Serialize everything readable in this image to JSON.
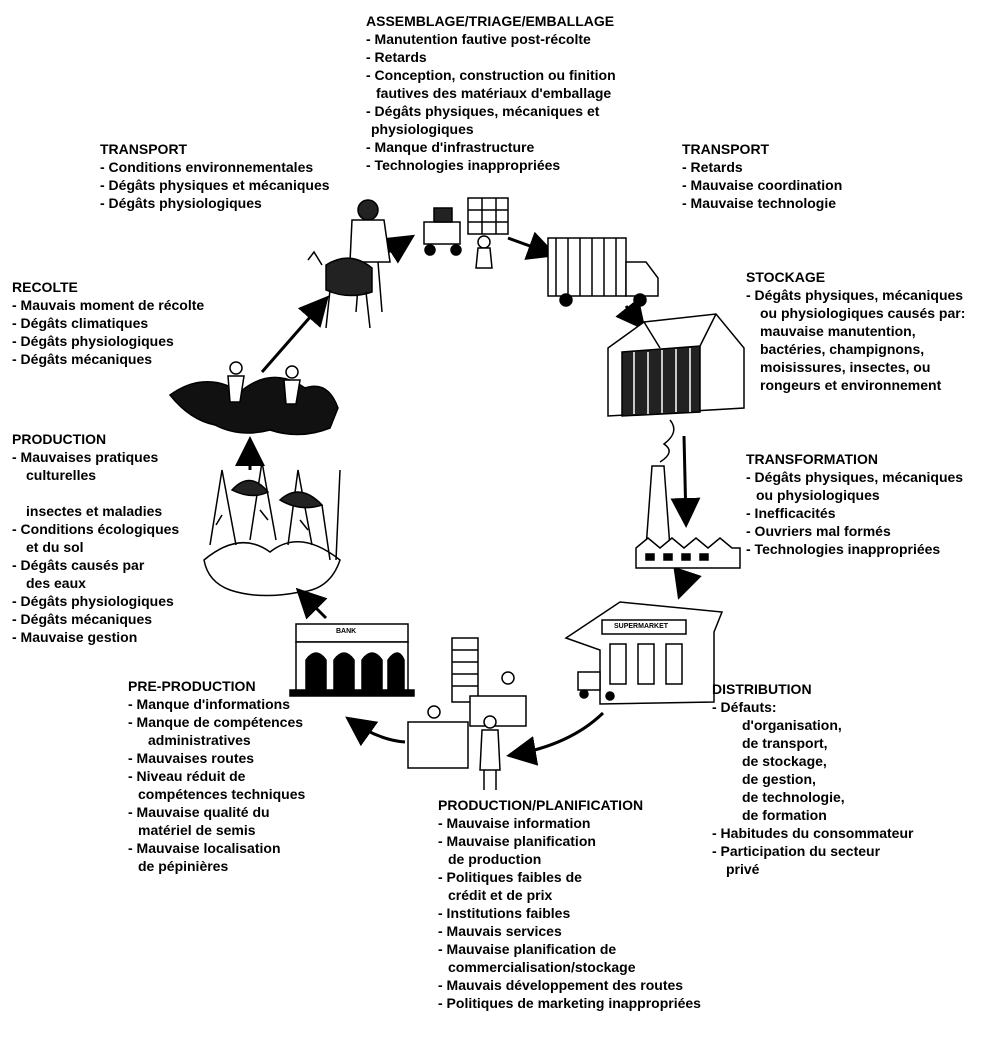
{
  "stages": {
    "assemblage": {
      "title": "ASSEMBLAGE/TRIAGE/EMBALLAGE",
      "items": [
        "- Manutention fautive post-récolte",
        "- Retards",
        "- Conception, construction ou finition",
        "   fautives des matériaux d'emballage",
        "- Dégâts physiques, mécaniques et",
        "  physiologiques",
        "- Manque d'infrastructure",
        "- Technologies inappropriées"
      ]
    },
    "transport_left": {
      "title": "TRANSPORT",
      "items": [
        "- Conditions environnementales",
        "- Dégâts physiques et mécaniques",
        "- Dégâts physiologiques"
      ]
    },
    "transport_right": {
      "title": "TRANSPORT",
      "items": [
        "- Retards",
        "- Mauvaise coordination",
        "- Mauvaise technologie"
      ]
    },
    "stockage": {
      "title": "STOCKAGE",
      "items": [
        "- Dégâts physiques, mécaniques",
        "   ou physiologiques causés par:",
        "   mauvaise manutention,",
        "   bactéries, champignons,",
        "   moisissures, insectes, ou",
        "   rongeurs et environnement"
      ]
    },
    "recolte": {
      "title": "RECOLTE",
      "items": [
        "- Mauvais moment de récolte",
        "- Dégâts climatiques",
        "- Dégâts physiologiques",
        "- Dégâts mécaniques"
      ]
    },
    "production": {
      "title": "PRODUCTION",
      "items": [
        "- Mauvaises pratiques",
        "   culturelles",
        "",
        "   insectes et maladies",
        "- Conditions écologiques",
        "   et du sol",
        "- Dégâts causés par",
        "   des eaux",
        "- Dégâts physiologiques",
        "- Dégâts mécaniques",
        "- Mauvaise gestion"
      ]
    },
    "transformation": {
      "title": "TRANSFORMATION",
      "items": [
        "- Dégâts physiques, mécaniques",
        "   ou physiologiques",
        "- Inefficacités",
        "- Ouvriers mal formés",
        "- Technologies inappropriées"
      ]
    },
    "preproduction": {
      "title": "PRE-PRODUCTION",
      "items": [
        "- Manque d'informations",
        "- Manque de compétences",
        "   administratives",
        "- Mauvaises routes",
        "- Niveau réduit de",
        "   compétences techniques",
        "- Mauvaise qualité du",
        "   matériel de semis",
        "- Mauvaise localisation",
        "   de pépinières"
      ]
    },
    "distribution": {
      "title": "DISTRIBUTION",
      "items": [
        "- Défauts:",
        "     d'organisation,",
        "     de transport,",
        "     de stockage,",
        "     de gestion,",
        "     de technologie,",
        "     de formation",
        "- Habitudes du consommateur",
        "- Participation du secteur",
        "   privé"
      ]
    },
    "planification": {
      "title": "PRODUCTION/PLANIFICATION",
      "items": [
        "- Mauvaise information",
        "- Mauvaise planification",
        "   de production",
        "- Politiques faibles de",
        "   crédit et de prix",
        "- Institutions faibles",
        "- Mauvais services",
        "- Mauvaise planification de",
        "   commercialisation/stockage",
        "- Mauvais développement des routes",
        "- Politiques de marketing inappropriées"
      ]
    }
  },
  "building_signs": {
    "bank": "BANK",
    "shop": "SUPERMARKET"
  }
}
